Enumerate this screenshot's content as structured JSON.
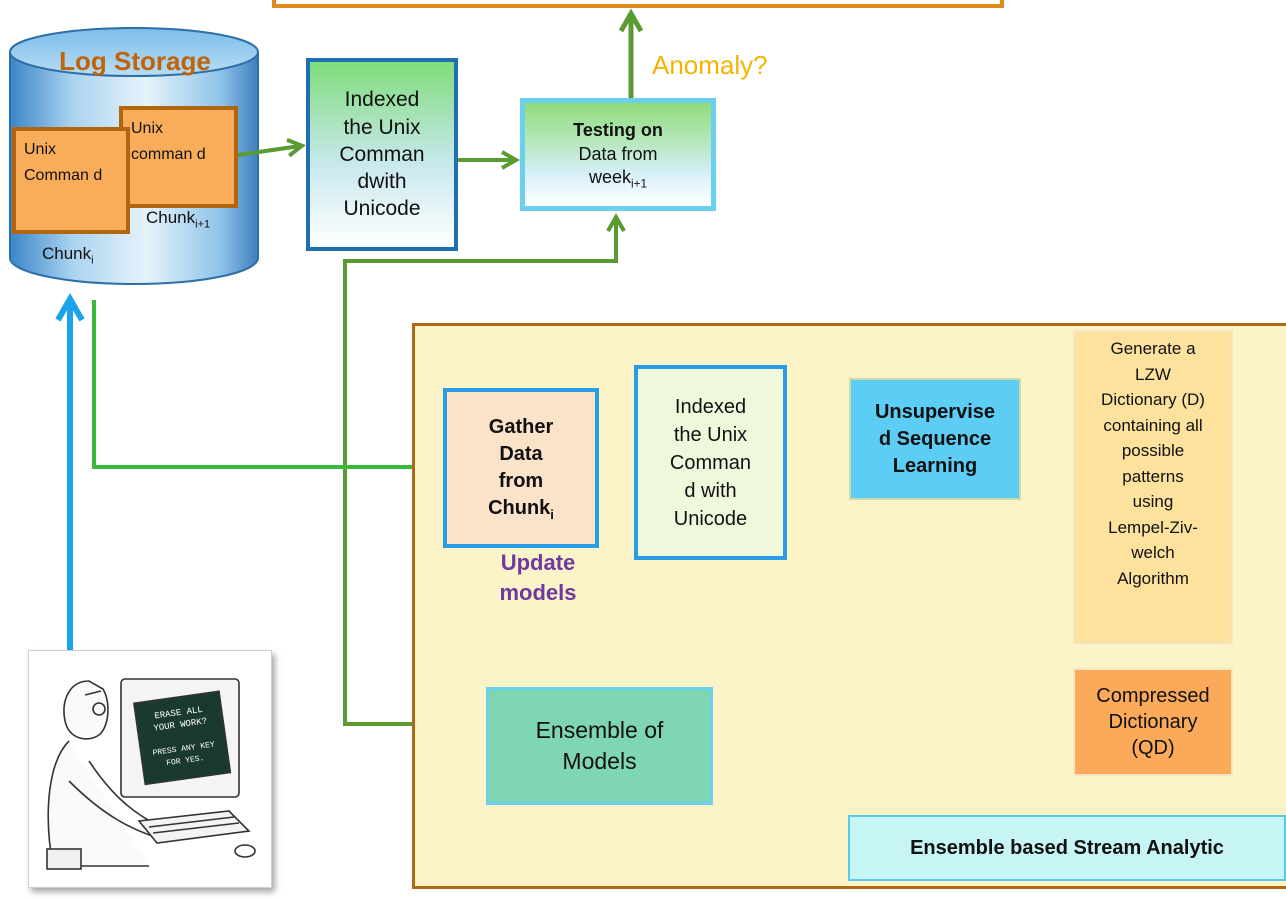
{
  "log_storage": {
    "title": "Log Storage",
    "chunk_i1_text": "Unix comman d",
    "chunk_i_text": "Unix Comman d",
    "chunk_i1_label": "Chunk",
    "chunk_i1_sub": "i+1",
    "chunk_i_label": "Chunk",
    "chunk_i_sub": "i"
  },
  "indexed_top": {
    "lines": [
      "Indexed",
      "the Unix",
      "Comman",
      "dwith",
      "Unicode"
    ]
  },
  "testing": {
    "title": "Testing  on",
    "line2": "Data from",
    "line3": "week",
    "line3_sub": "i+1"
  },
  "anomaly_label": "Anomaly?",
  "gather": {
    "lines": [
      "Gather",
      "Data",
      "from"
    ],
    "last": "Chunk",
    "last_sub": "i"
  },
  "indexed_mid": {
    "lines": [
      "Indexed",
      "the Unix",
      "Comman",
      "d with",
      "Unicode"
    ]
  },
  "unsupervised": {
    "lines": [
      "Unsupervise",
      "d Sequence",
      "Learning"
    ]
  },
  "lzw": {
    "lines": [
      "Generate a",
      "LZW",
      "Dictionary (D)",
      "containing all",
      "possible",
      "patterns",
      "using",
      "Lempel-Ziv-",
      "welch",
      "Algorithm"
    ]
  },
  "compressed": {
    "lines": [
      "Compressed",
      "Dictionary",
      "(QD)"
    ]
  },
  "update_models": {
    "lines": [
      "Update",
      "models"
    ]
  },
  "ensemble_models": {
    "lines": [
      "Ensemble of",
      "Models"
    ]
  },
  "stream": {
    "label": "Ensemble based Stream Analytic"
  },
  "user_screen": {
    "lines": [
      "ERASE ALL",
      "YOUR WORK?",
      "",
      "PRESS ANY KEY",
      "FOR YES."
    ]
  },
  "colors": {
    "green_arrow": "#3cb83c",
    "olive_arrow": "#5a9a32",
    "blue_arrow": "#1aa3e8",
    "panel_bg": "#fdf3c8",
    "panel_border": "#b06818",
    "plus": "#4fc6f0",
    "anomaly": "#f4b400"
  }
}
